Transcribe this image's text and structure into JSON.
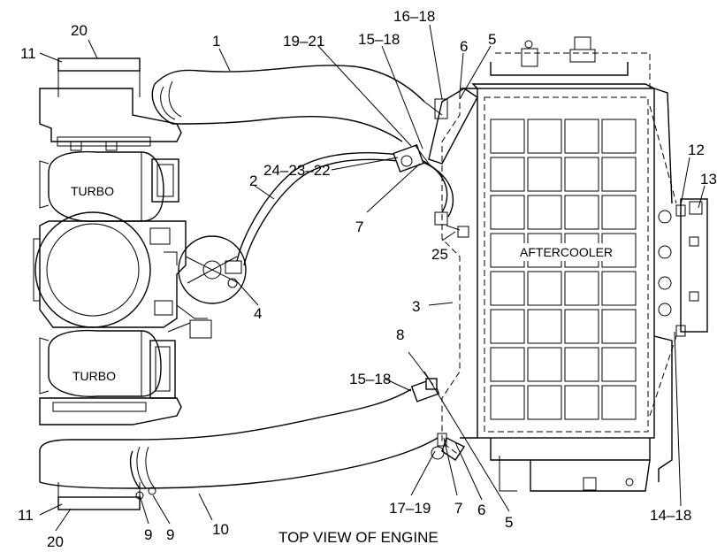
{
  "caption": "TOP VIEW OF ENGINE",
  "components": {
    "turbo_upper": "TURBO",
    "turbo_lower": "TURBO",
    "aftercooler": "AFTERCOOLER"
  },
  "callouts": {
    "c20_top": "20",
    "c11_top": "11",
    "c1": "1",
    "c19_21": "19–21",
    "c15_18_top": "15–18",
    "c16_18": "16–18",
    "c6_top": "6",
    "c5_top": "5",
    "c12": "12",
    "c13": "13",
    "c2": "2",
    "c24_23_22": "24–23–22",
    "c7_top": "7",
    "c25": "25",
    "c4": "4",
    "c3": "3",
    "c8": "8",
    "c15_18_bot": "15–18",
    "c17_19": "17–19",
    "c7_bot": "7",
    "c6_bot": "6",
    "c5_bot": "5",
    "c11_bot": "11",
    "c20_bot": "20",
    "c9_a": "9",
    "c9_b": "9",
    "c10": "10",
    "c14_18": "14–18"
  }
}
